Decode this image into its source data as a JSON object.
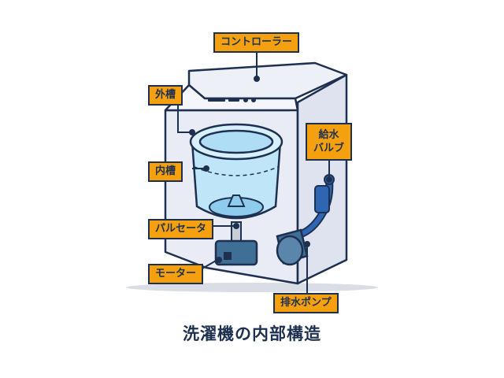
{
  "labels": {
    "controller": "コントローラー",
    "outer_tub": "外槽",
    "inner_tub": "内槽",
    "pulsator": "パルセータ",
    "motor": "モーター",
    "water_valve_line1": "給水",
    "water_valve_line2": "バルブ",
    "drain_pump": "排水ポンプ"
  },
  "title": "洗濯機の内部構造",
  "colors": {
    "label_bg": "#f5a00f",
    "outline": "#1e3050",
    "body": "#eef0f7",
    "water": "#aeddf5",
    "motor": "#3f6f96",
    "hose": "#2f66b4"
  }
}
